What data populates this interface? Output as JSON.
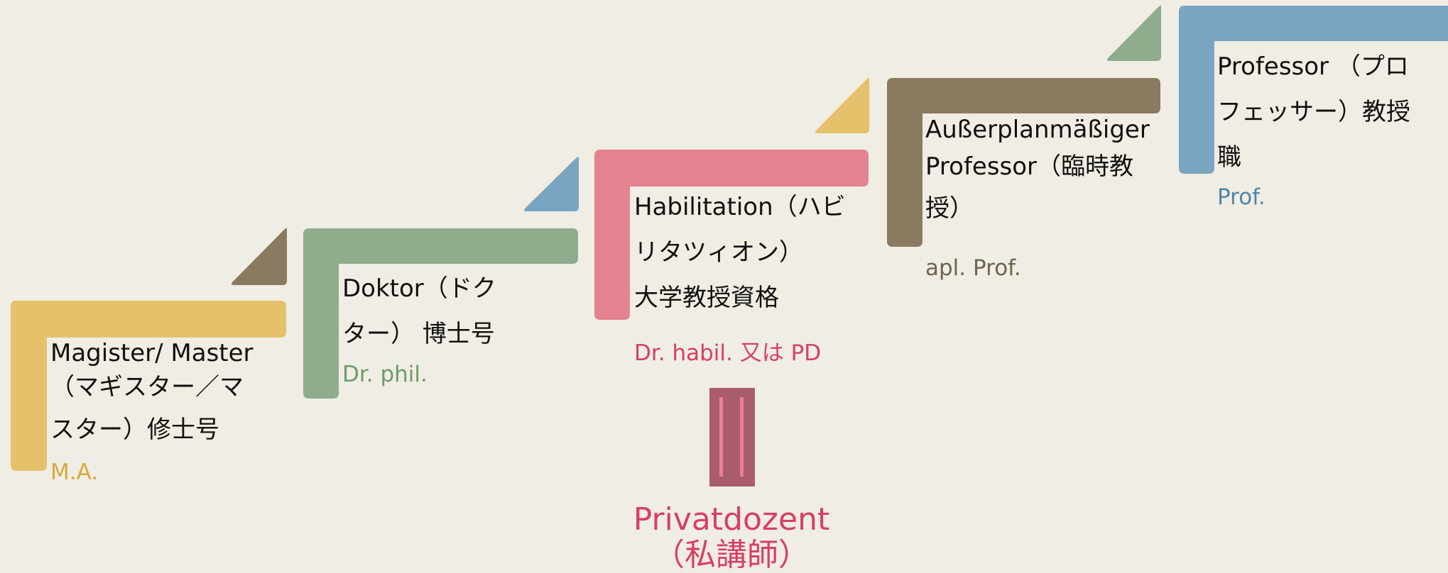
{
  "steps": [
    {
      "title_lines": [
        "Magister/ Master",
        "（マギスター／マ",
        "スター）修士号"
      ],
      "abbr": "M.A."
    },
    {
      "title_lines": [
        "Doktor（ドク",
        "ター） 博士号"
      ],
      "abbr": "Dr. phil."
    },
    {
      "title_lines": [
        "Habilitation（ハビ",
        "リタツィオン）",
        "大学教授資格"
      ],
      "abbr": "Dr. habil. 又は PD"
    },
    {
      "title_lines": [
        "Außerplanmäßiger",
        "Professor（臨時教",
        "授）"
      ],
      "abbr": "apl. Prof."
    },
    {
      "title_lines": [
        "Professor （プロ",
        "フェッサー）教授",
        "職"
      ],
      "abbr": "Prof."
    }
  ],
  "privatdozent": {
    "line1": "Privatdozent",
    "line2": "（私講師）"
  },
  "colors": {
    "background": "#f0ede4",
    "yellow": "#e6c16c",
    "green": "#8fac8c",
    "pink": "#e2838f",
    "brown": "#8a7a60",
    "blue": "#79a5c0",
    "ma_text": "#d9a93a",
    "dr_text": "#6e9a6a",
    "habil_text": "#d64063",
    "apl_text": "#6f6450",
    "prof_text": "#4f86a8",
    "column": "#a95d6c",
    "column_stripe": "#ea7f95"
  }
}
